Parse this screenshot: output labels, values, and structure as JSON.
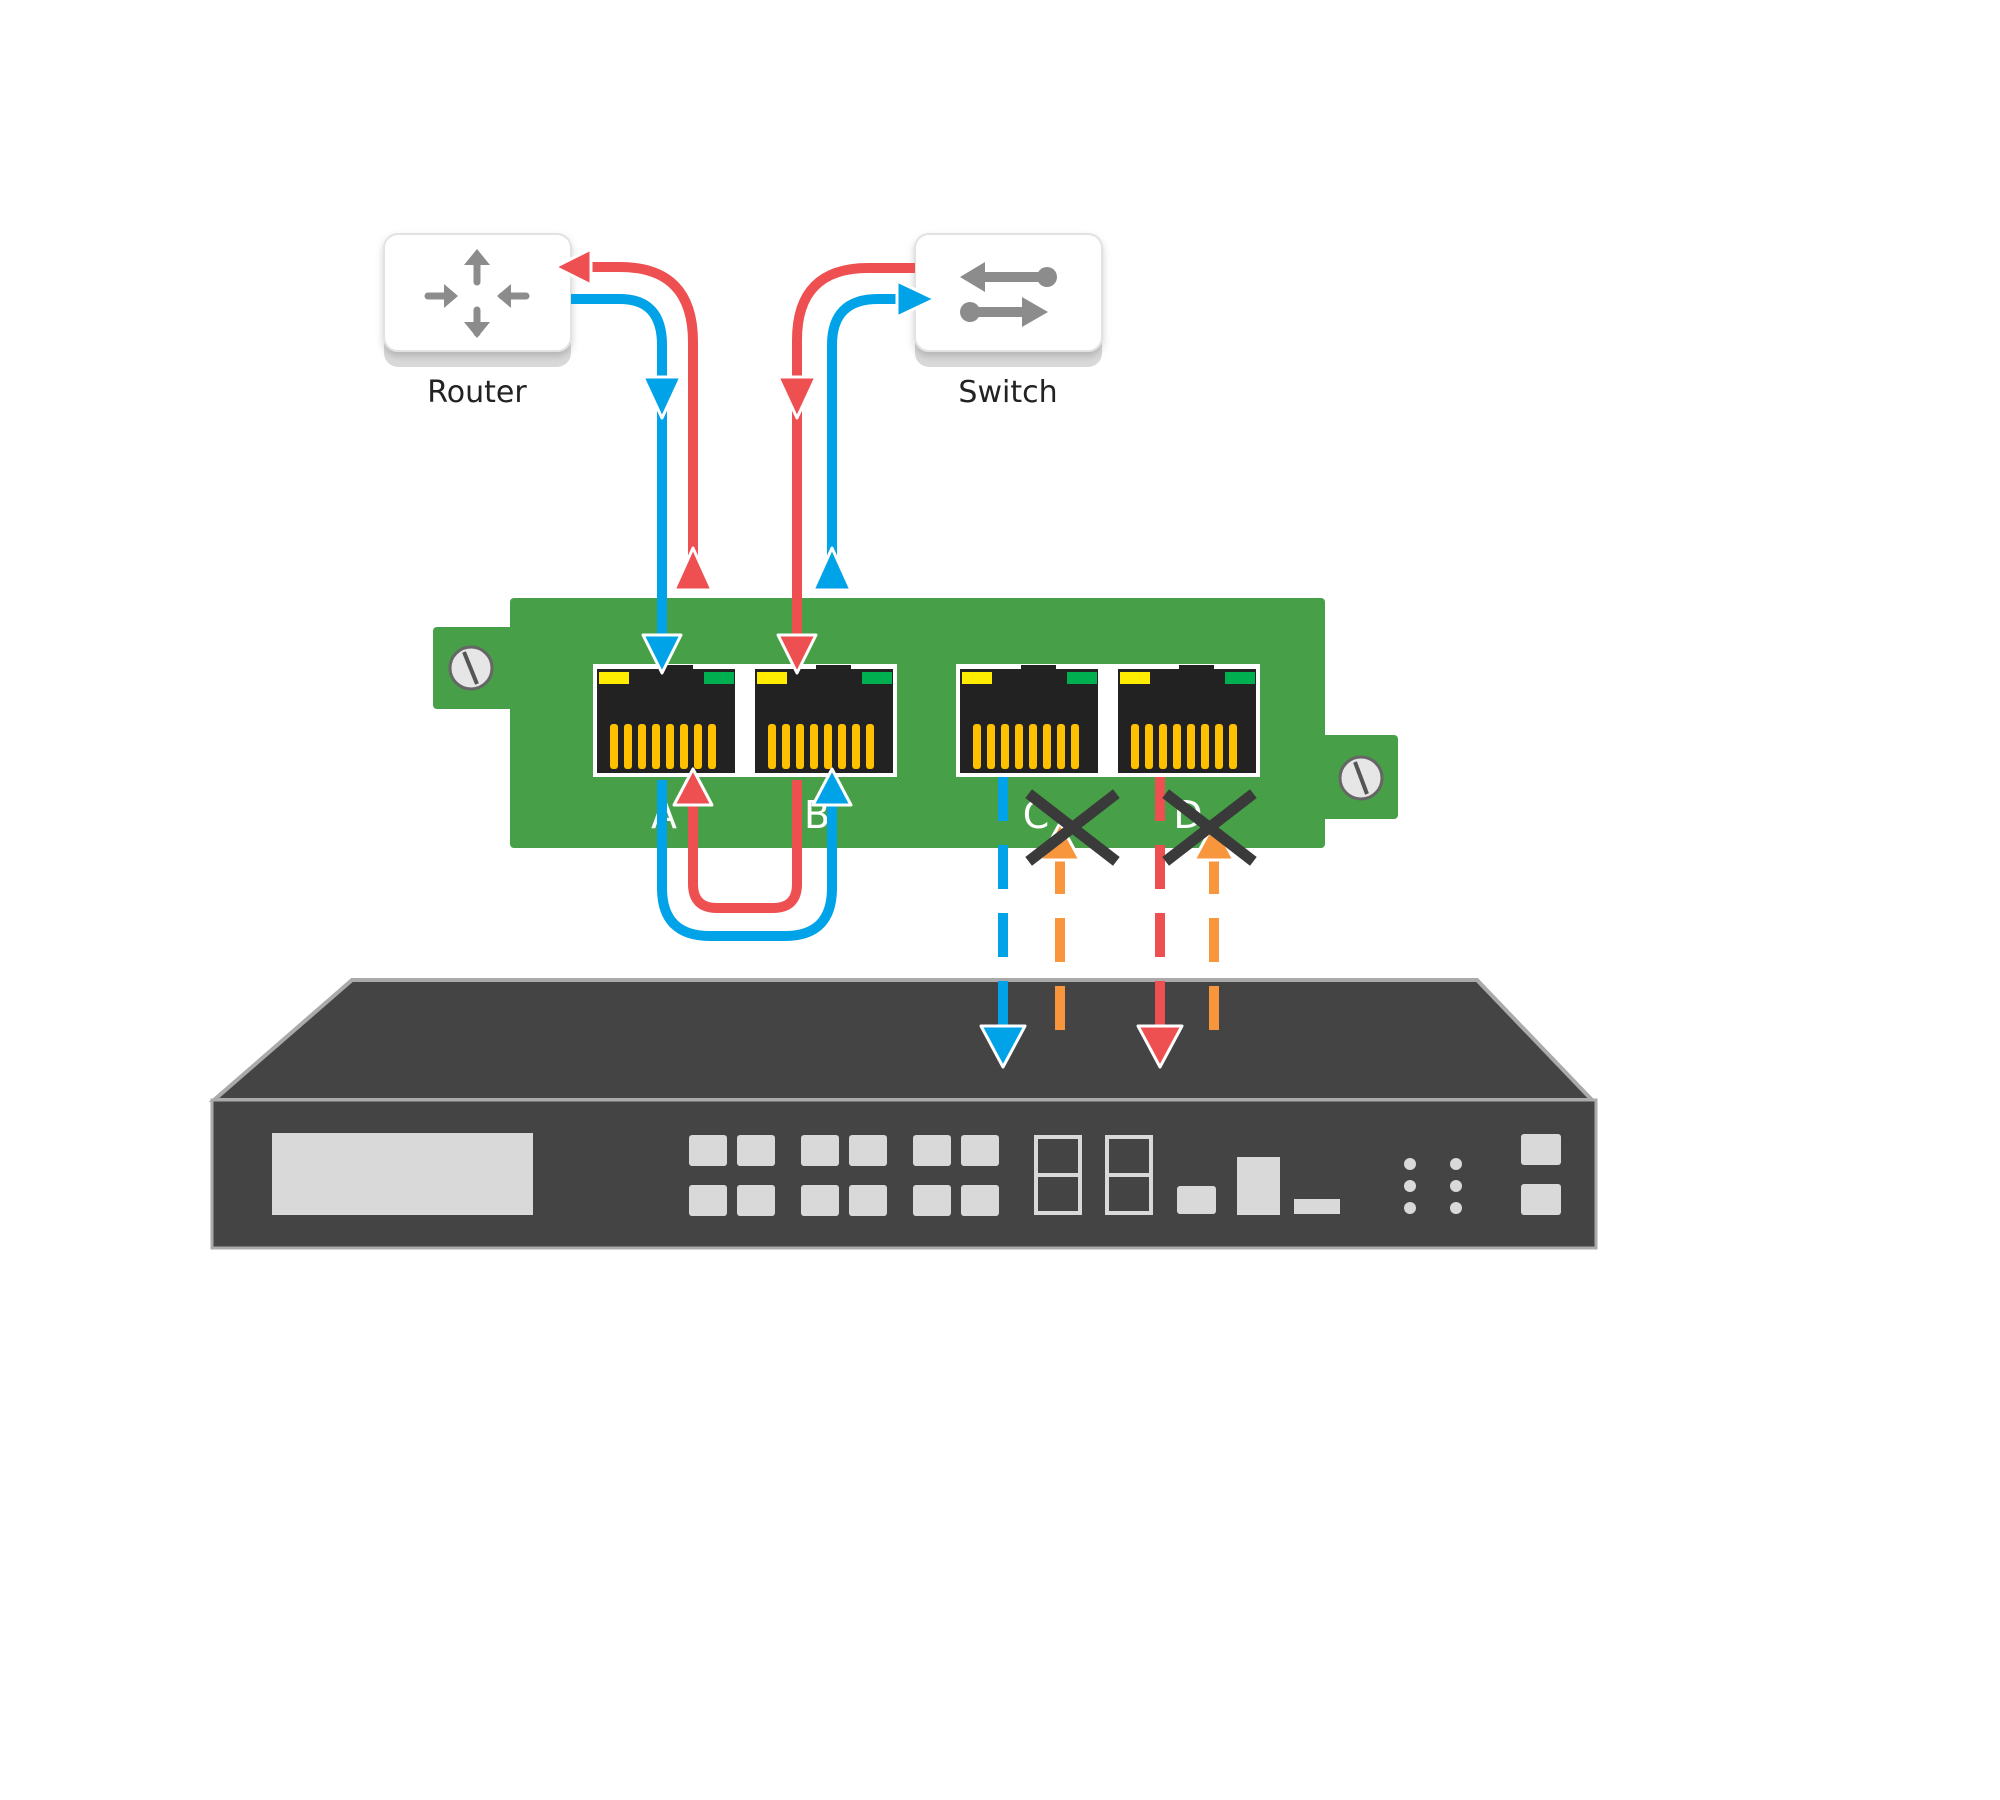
{
  "nodes": {
    "router": {
      "label": "Router",
      "icon": "router-icon"
    },
    "switch": {
      "label": "Switch",
      "icon": "switch-icon"
    }
  },
  "bypass_module": {
    "ports": [
      {
        "label": "A"
      },
      {
        "label": "B"
      },
      {
        "label": "C"
      },
      {
        "label": "D"
      }
    ],
    "disconnected_ports": [
      "C",
      "D"
    ]
  },
  "appliance": {
    "icon": "network-appliance-icon"
  },
  "colors": {
    "red_flow": "#ee5052",
    "blue_flow": "#00a2e8",
    "orange_flow": "#f7963c",
    "board": "#47a047",
    "appliance_body": "#444444",
    "port_led_yellow": "#ffec00",
    "port_led_green": "#00b050"
  }
}
